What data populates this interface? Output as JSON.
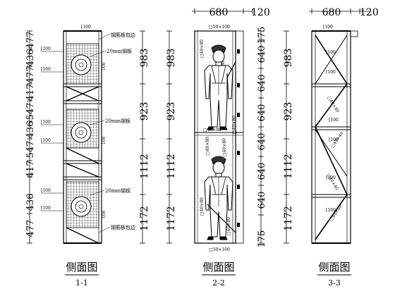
{
  "views": [
    {
      "id": "1-1",
      "title": "侧面图",
      "subtitle": "1-1",
      "top_label": "[100",
      "left_dims": [
        "477",
        "436",
        "477",
        "417",
        "547",
        "436",
        "547",
        "417",
        "436",
        "477"
      ],
      "right_dims": [
        "983",
        "923",
        "1112",
        "1172"
      ],
      "tags": [
        "[100",
        "[100",
        "[100",
        "[100",
        "[100",
        "[100"
      ],
      "vertical_100": [
        "100",
        "100",
        "100"
      ],
      "annotations": [
        "钢筋板包边",
        "20mm钢板",
        "20mm钢板",
        "20mm钢板",
        "钢筋板包边"
      ]
    },
    {
      "id": "2-2",
      "title": "侧面图",
      "subtitle": "2-2",
      "top_dims": [
        "680",
        "120"
      ],
      "left_dims": [
        "983",
        "923",
        "1112",
        "1172"
      ],
      "right_dims": [
        "175",
        "640",
        "640",
        "640",
        "640",
        "640",
        "640",
        "175"
      ],
      "beam_top": "□50×100",
      "beam_bottom": "□50×100",
      "member_labels": [
        "□40×80",
        "□40×80",
        "□40×80",
        "□40×80",
        "□40×80",
        "□40×80",
        "□40×80",
        "□40×80"
      ]
    },
    {
      "id": "3-3",
      "title": "侧面图",
      "subtitle": "3-3",
      "top_dims": [
        "680",
        "120"
      ],
      "top_label": "[100",
      "left_dims": [
        "983",
        "923",
        "1112",
        "1172"
      ],
      "tags": [
        "[100",
        "[100",
        "[100",
        "[100",
        "[100",
        "[100"
      ],
      "diag_labels": [
        "□40×40",
        "□40×40",
        "□40×40",
        "□40×40"
      ]
    }
  ]
}
